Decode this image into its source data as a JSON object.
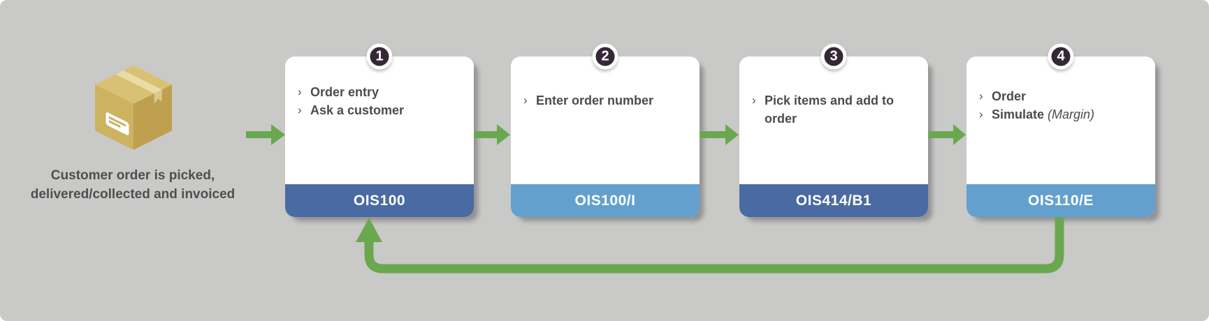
{
  "diagram": {
    "title": "customer-order-entry-flow",
    "colors": {
      "background": "#c9c9c8",
      "arrow_green": "#6aa84f",
      "badge_dark": "#342836",
      "footer_dark_blue": "#4a6aa3",
      "footer_light_blue": "#63a0ce",
      "text_gray": "#4c4c4c",
      "card_white": "#ffffff",
      "box_tan_top": "#d9c173",
      "box_tan_left": "#cdb261",
      "box_tan_right": "#bfa04f"
    }
  },
  "glyphs": {
    "bullet": "›"
  },
  "source": {
    "icon": "package-box-icon",
    "caption": "Customer order is picked, delivered/collected and invoiced"
  },
  "cards": [
    {
      "badge": "1",
      "items": [
        {
          "text": "Order entry"
        },
        {
          "text": "Ask a customer"
        }
      ],
      "footer": "OIS100",
      "footer_color": "#4a6aa3"
    },
    {
      "badge": "2",
      "items": [
        {
          "text": "Enter order number"
        }
      ],
      "footer": "OIS100/I",
      "footer_color": "#63a0ce"
    },
    {
      "badge": "3",
      "items": [
        {
          "text": "Pick items and add to order"
        }
      ],
      "footer": "OIS414/B1",
      "footer_color": "#4a6aa3"
    },
    {
      "badge": "4",
      "items": [
        {
          "text": "Order"
        },
        {
          "text": "Simulate",
          "note": "(Margin)"
        }
      ],
      "footer": "OIS110/E",
      "footer_color": "#63a0ce"
    }
  ]
}
